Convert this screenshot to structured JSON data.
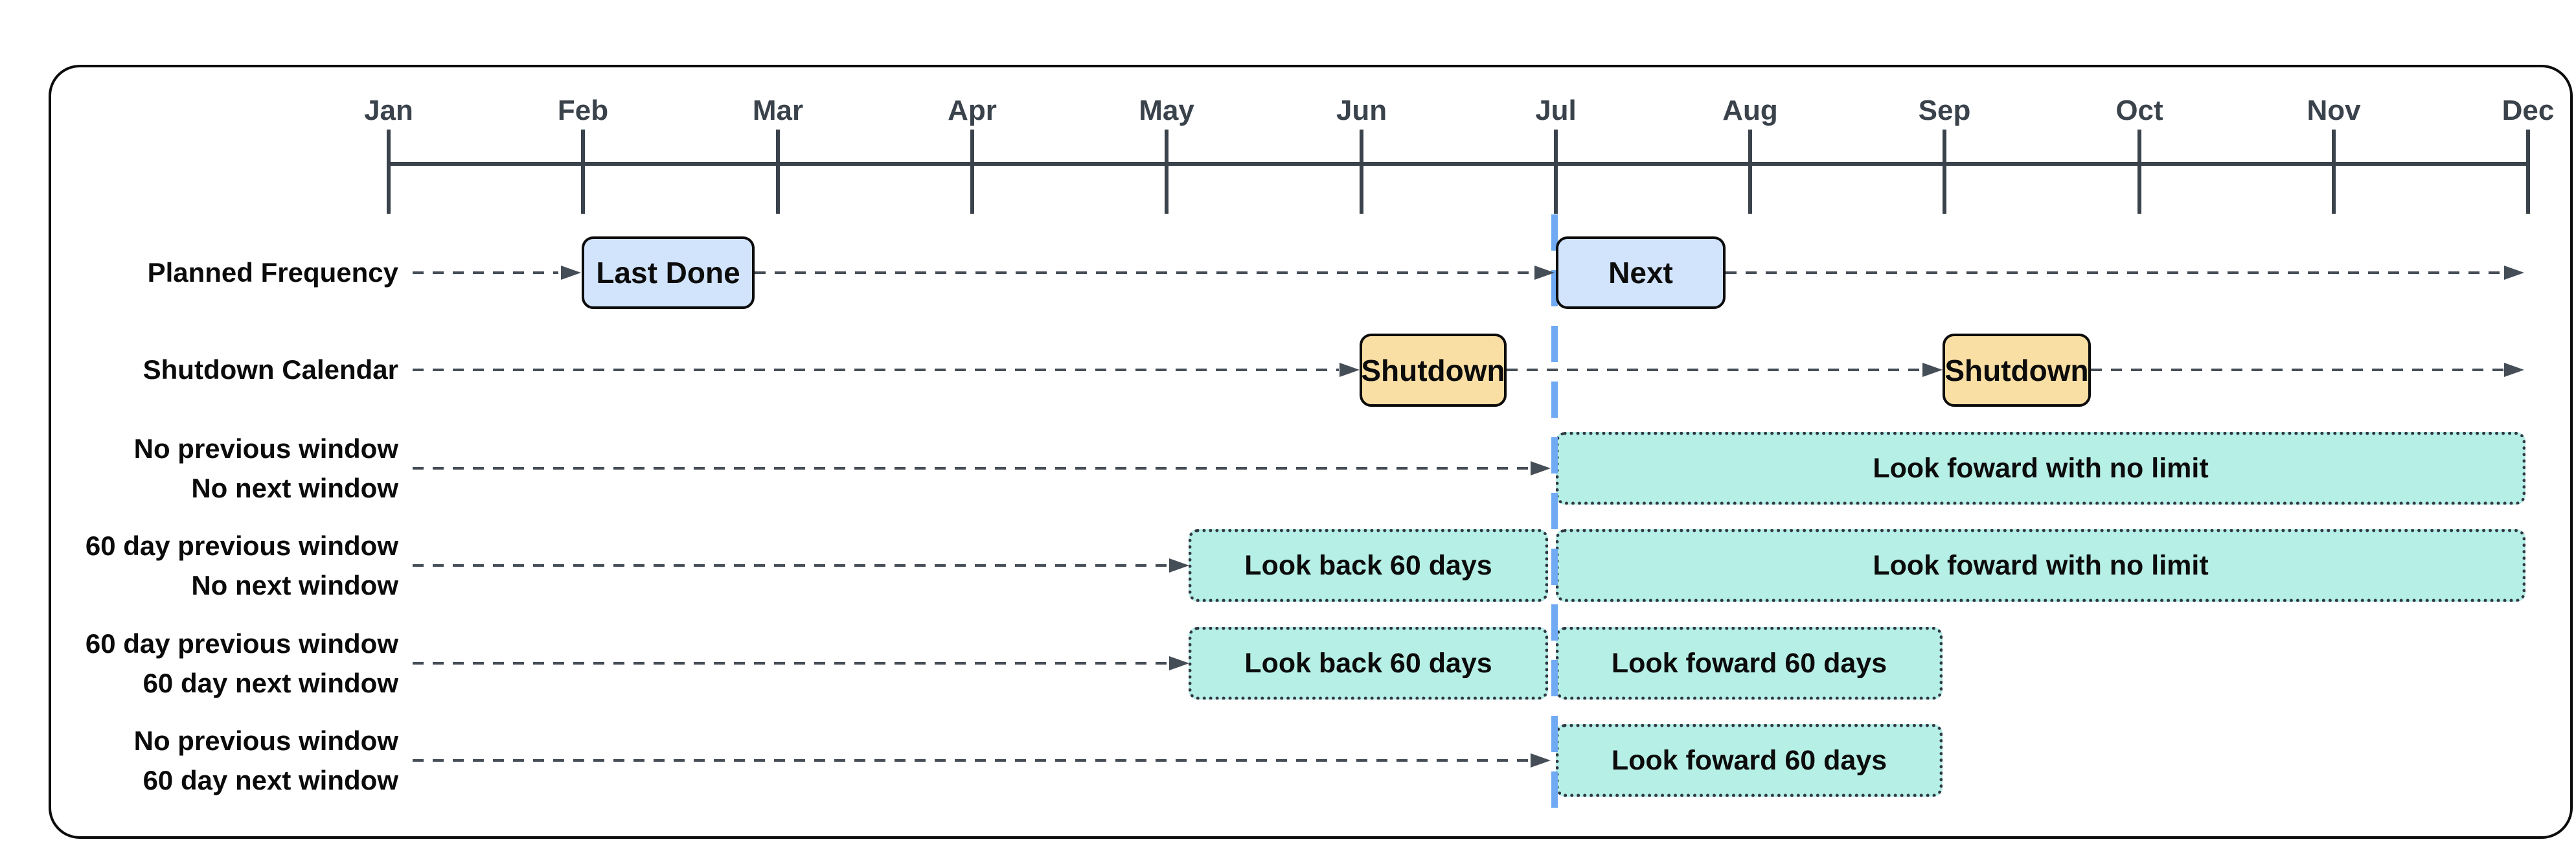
{
  "timeline": {
    "months": [
      "Jan",
      "Feb",
      "Mar",
      "Apr",
      "May",
      "Jun",
      "Jul",
      "Aug",
      "Sep",
      "Oct",
      "Nov",
      "Dec"
    ]
  },
  "rows": [
    {
      "label": "Planned Frequency",
      "boxes": [
        {
          "text": "Last Done"
        },
        {
          "text": "Next"
        }
      ]
    },
    {
      "label": "Shutdown Calendar",
      "boxes": [
        {
          "text": "Shutdown"
        },
        {
          "text": "Shutdown"
        }
      ]
    },
    {
      "label_line1": "No previous window",
      "label_line2": "No next window",
      "boxes": [
        {
          "text": "Look foward with no limit"
        }
      ]
    },
    {
      "label_line1": "60 day previous window",
      "label_line2": "No next window",
      "boxes": [
        {
          "text": "Look back 60 days"
        },
        {
          "text": "Look foward with no limit"
        }
      ]
    },
    {
      "label_line1": "60 day previous window",
      "label_line2": "60 day next window",
      "boxes": [
        {
          "text": "Look back 60 days"
        },
        {
          "text": "Look foward 60 days"
        }
      ]
    },
    {
      "label_line1": "No previous window",
      "label_line2": "60 day next window",
      "boxes": [
        {
          "text": "Look foward 60 days"
        }
      ]
    }
  ],
  "colors": {
    "event_box_blue": "#d2e3fc",
    "event_box_peach": "#fadfa4",
    "window_box_teal": "#b6efe6",
    "axis_dark": "#3a424b",
    "dash_dark": "#454d56",
    "today_line_blue": "#6faaf3",
    "border_black": "#0c0c0c",
    "background": "#ffffff"
  }
}
